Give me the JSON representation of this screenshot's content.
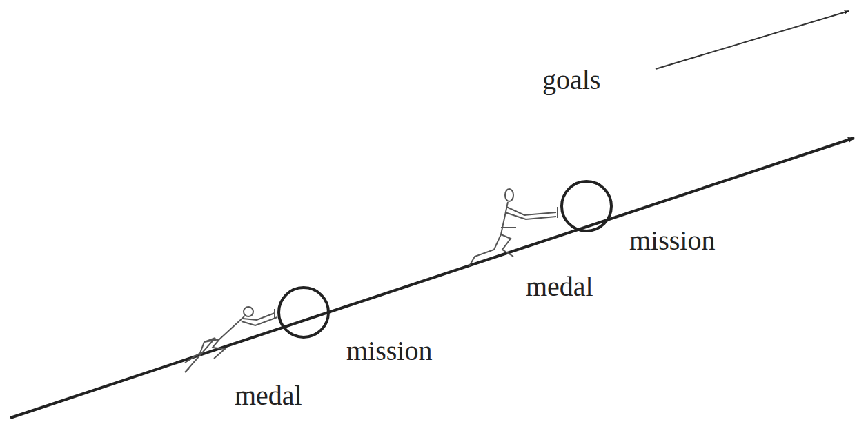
{
  "diagram": {
    "labels": [
      "goals",
      "mission",
      "medal",
      "mission",
      "medal"
    ]
  }
}
